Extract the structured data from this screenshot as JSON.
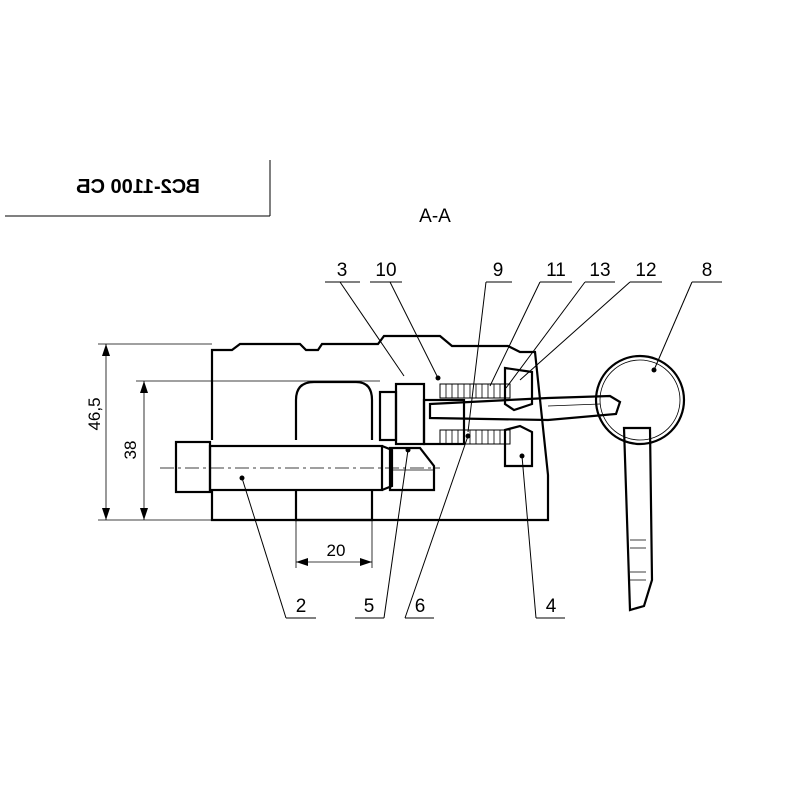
{
  "title_block": {
    "stamp_text": "ВС2-1100 СБ",
    "mirrored": true
  },
  "section": {
    "label": "А-А"
  },
  "callouts": {
    "top": [
      "3",
      "10",
      "9",
      "11",
      "13",
      "12",
      "8"
    ],
    "bottom": [
      "2",
      "5",
      "6",
      "4"
    ]
  },
  "dimensions": {
    "overall_height": "46,5",
    "inner_height": "38",
    "width": "20"
  },
  "colors": {
    "line": "#000000",
    "background": "#ffffff"
  }
}
